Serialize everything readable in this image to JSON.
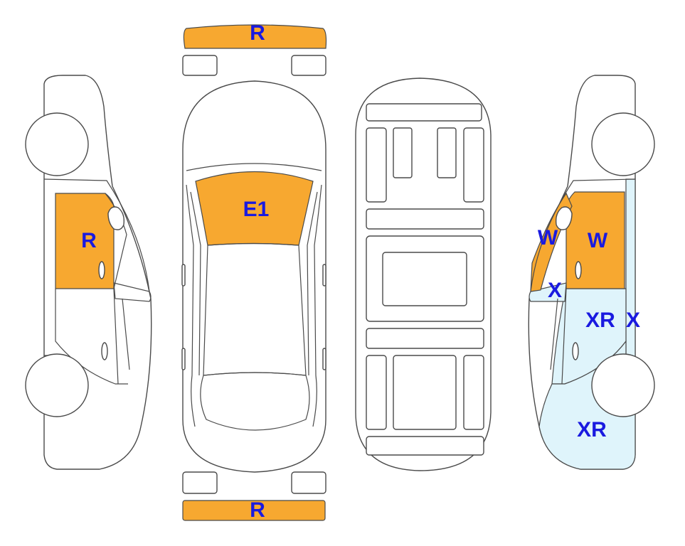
{
  "colors": {
    "damage_orange": "#f7a830",
    "damage_blue": "#dff4fb",
    "label_blue": "#1a1ae0",
    "outline": "#4a4a4a"
  },
  "labels": {
    "front_bumper": "R",
    "rear_bumper": "R",
    "windshield": "E1",
    "left_front_window": "R",
    "right_quarter_window": "W",
    "right_front_window": "W",
    "right_mirror": "X",
    "right_door": "XR",
    "right_pillar": "X",
    "right_fender": "XR"
  }
}
